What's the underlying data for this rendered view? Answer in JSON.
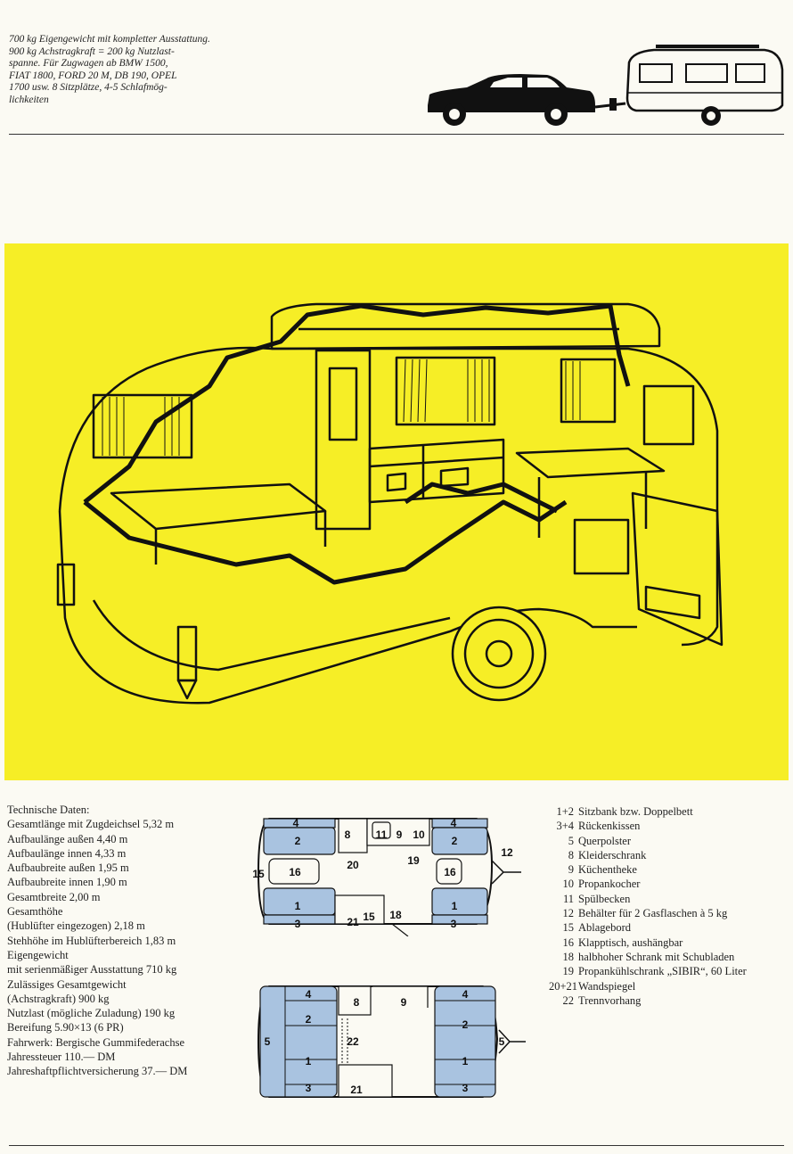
{
  "intro": {
    "lines": [
      "700 kg Eigengewicht mit kompletter Ausstattung.",
      "900 kg Achstragkraft = 200 kg Nutzlast-",
      "spanne. Für Zugwagen ab BMW 1500,",
      "FIAT 1800, FORD 20 M, DB 190, OPEL",
      "1700 usw. 8 Sitzplätze, 4-5 Schlafmög-",
      "lichkeiten"
    ]
  },
  "specs": {
    "title": "Technische Daten:",
    "lines": [
      "Gesamtlänge mit Zugdeichsel 5,32 m",
      "Aufbaulänge außen 4,40 m",
      "Aufbaulänge innen 4,33 m",
      "Aufbaubreite außen 1,95 m",
      "Aufbaubreite innen 1,90 m",
      "Gesamtbreite 2,00 m",
      "Gesamthöhe",
      "(Hublüfter eingezogen) 2,18 m",
      "Stehhöhe im Hublüfterbereich 1,83 m",
      "Eigengewicht",
      "mit serienmäßiger Ausstattung 710 kg",
      "Zulässiges Gesamtgewicht",
      "(Achstragkraft) 900 kg",
      "Nutzlast (mögliche Zuladung) 190 kg",
      "Bereifung 5.90×13 (6 PR)",
      "Fahrwerk: Bergische Gummifederachse",
      "Jahressteuer 110.— DM",
      "Jahreshaftpflichtversicherung 37.— DM"
    ]
  },
  "legend": [
    {
      "num": "1+2",
      "text": "Sitzbank bzw. Doppelbett"
    },
    {
      "num": "3+4",
      "text": "Rückenkissen"
    },
    {
      "num": "5",
      "text": "Querpolster"
    },
    {
      "num": "8",
      "text": "Kleiderschrank"
    },
    {
      "num": "9",
      "text": "Küchentheke"
    },
    {
      "num": "10",
      "text": "Propankocher"
    },
    {
      "num": "11",
      "text": "Spülbecken"
    },
    {
      "num": "12",
      "text": "Behälter für 2 Gasflaschen à 5 kg"
    },
    {
      "num": "15",
      "text": "Ablagebord"
    },
    {
      "num": "16",
      "text": "Klapptisch, aushängbar"
    },
    {
      "num": "18",
      "text": "halbhoher Schrank mit Schubladen"
    },
    {
      "num": "19",
      "text": "Propankühlschrank „SIBIR“, 60 Liter"
    },
    {
      "num": "20+21",
      "text": "Wandspiegel"
    },
    {
      "num": "22",
      "text": "Trennvorhang"
    }
  ],
  "plan_day": {
    "labels": [
      "4",
      "2",
      "1",
      "3",
      "8",
      "11",
      "9",
      "10",
      "4",
      "2",
      "1",
      "3",
      "12",
      "15",
      "16",
      "20",
      "19",
      "16",
      "21",
      "15",
      "18"
    ]
  },
  "plan_night": {
    "labels": [
      "4",
      "2",
      "1",
      "3",
      "8",
      "9",
      "4",
      "2",
      "1",
      "3",
      "5",
      "5",
      "22",
      "21"
    ]
  },
  "colors": {
    "panel_yellow": "#f6ee26",
    "cushion_blue": "#a9c3e0",
    "paper": "#fbfaf3"
  }
}
